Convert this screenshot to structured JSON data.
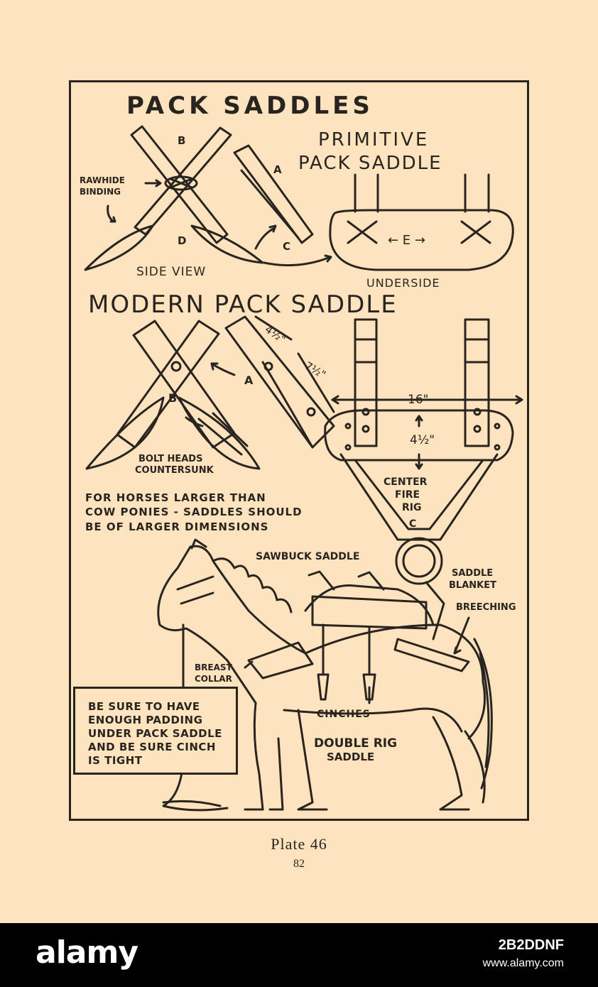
{
  "plate": {
    "title": "PACK SADDLES",
    "plate_label": "Plate 46",
    "page_number": "82"
  },
  "primitive": {
    "heading_line1": "PRIMITIVE",
    "heading_line2": "PACK SADDLE",
    "label_a": "A",
    "label_b": "B",
    "label_c": "C",
    "label_d": "D",
    "label_e": "← E →",
    "rawhide_line1": "RAWHIDE",
    "rawhide_line2": "BINDING",
    "side_view": "SIDE VIEW",
    "underside": "UNDERSIDE"
  },
  "modern": {
    "heading": "MODERN PACK SADDLE",
    "label_a": "A",
    "label_b": "B",
    "label_c": "C",
    "dim_small": "4½\"",
    "dim_long": "7½\"",
    "dim_width": "16\"",
    "dim_height": "4½\"",
    "bolt_line1": "BOLT HEADS",
    "bolt_line2": "COUNTERSUNK",
    "rig_line1": "CENTER",
    "rig_line2": "FIRE",
    "rig_line3": "RIG"
  },
  "note": {
    "line1": "FOR HORSES LARGER THAN",
    "line2": "COW PONIES - SADDLES SHOULD",
    "line3": "BE OF LARGER DIMENSIONS"
  },
  "horse": {
    "sawbuck": "SAWBUCK SADDLE",
    "blanket_line1": "SADDLE",
    "blanket_line2": "BLANKET",
    "breeching": "BREECHING",
    "breast_line1": "BREAST",
    "breast_line2": "COLLAR",
    "cinches": "CINCHES",
    "double_line1": "DOUBLE RIG",
    "double_line2": "SADDLE"
  },
  "padding_note": {
    "line1": "BE SURE TO HAVE",
    "line2": "ENOUGH PADDING",
    "line3": "UNDER PACK SADDLE",
    "line4": "AND BE SURE CINCH",
    "line5": "IS TIGHT"
  },
  "footer": {
    "logo": "alamy",
    "image_id": "2B2DDNF",
    "site": "www.alamy.com"
  },
  "colors": {
    "paper": "#fde4bf",
    "ink": "#2a2420",
    "footer": "#000000"
  }
}
